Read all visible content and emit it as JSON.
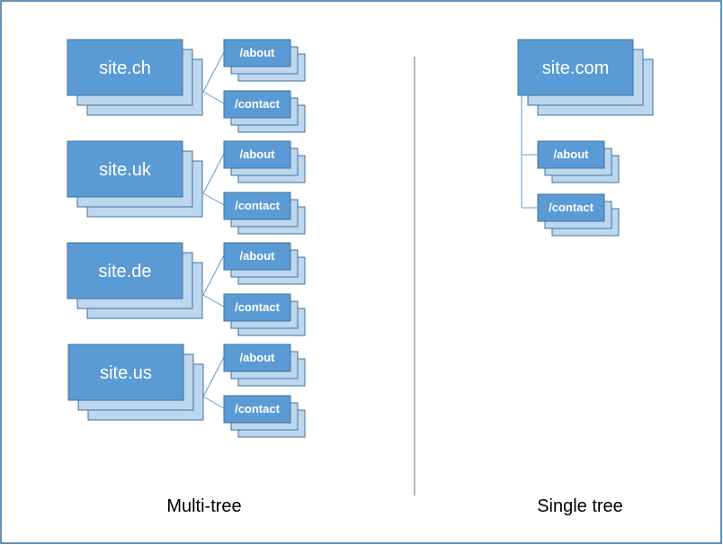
{
  "colors": {
    "border": "#41719c",
    "front_fill": "#5b9bd5",
    "back_fill": "#bdd7ee",
    "connector": "#5b9bd5",
    "frame": "#2e6da4",
    "divider": "#8c8c8c"
  },
  "multi_tree": {
    "caption": "Multi-tree",
    "sites": [
      {
        "label": "site.ch",
        "pages": [
          "/about",
          "/contact"
        ]
      },
      {
        "label": "site.uk",
        "pages": [
          "/about",
          "/contact"
        ]
      },
      {
        "label": "site.de",
        "pages": [
          "/about",
          "/contact"
        ]
      },
      {
        "label": "site.us",
        "pages": [
          "/about",
          "/contact"
        ]
      }
    ]
  },
  "single_tree": {
    "caption": "Single tree",
    "site": {
      "label": "site.com",
      "pages": [
        "/about",
        "/contact"
      ]
    }
  }
}
